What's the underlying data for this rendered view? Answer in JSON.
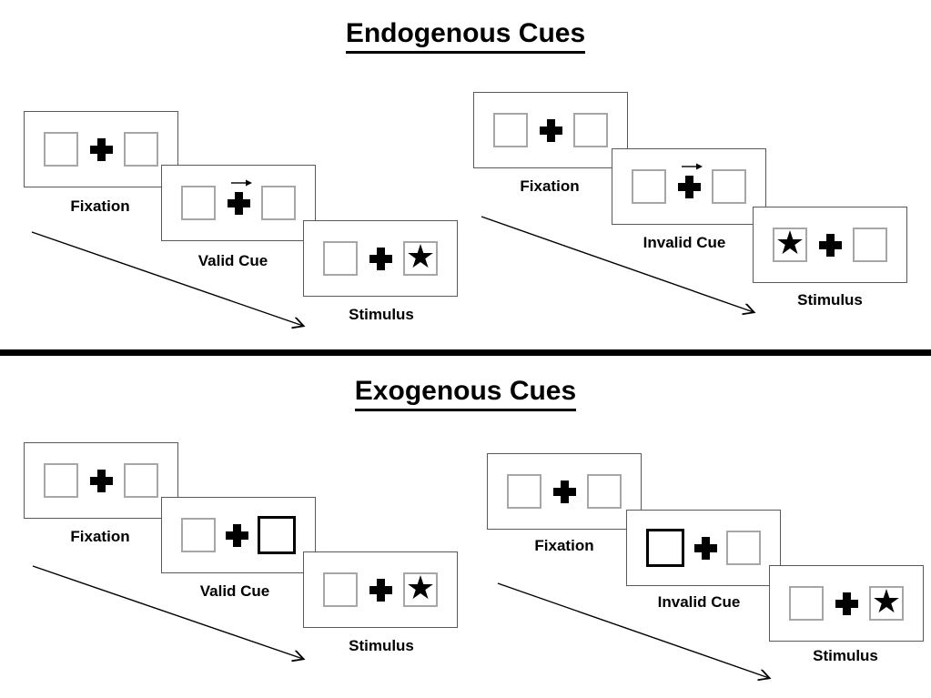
{
  "diagram": {
    "sections": [
      {
        "title": "Endogenous Cues",
        "sequences": [
          {
            "panels": [
              {
                "label": "Fixation",
                "left": "empty",
                "right": "empty",
                "cue_arrow": false
              },
              {
                "label": "Valid Cue",
                "left": "empty",
                "right": "empty",
                "cue_arrow": true
              },
              {
                "label": "Stimulus",
                "left": "empty",
                "right": "star",
                "cue_arrow": false
              }
            ]
          },
          {
            "panels": [
              {
                "label": "Fixation",
                "left": "empty",
                "right": "empty",
                "cue_arrow": false
              },
              {
                "label": "Invalid Cue",
                "left": "empty",
                "right": "empty",
                "cue_arrow": true
              },
              {
                "label": "Stimulus",
                "left": "star",
                "right": "empty",
                "cue_arrow": false
              }
            ]
          }
        ]
      },
      {
        "title": "Exogenous Cues",
        "sequences": [
          {
            "panels": [
              {
                "label": "Fixation",
                "left": "empty",
                "right": "empty",
                "cue_arrow": false
              },
              {
                "label": "Valid Cue",
                "left": "empty",
                "right": "cued",
                "cue_arrow": false
              },
              {
                "label": "Stimulus",
                "left": "empty",
                "right": "star",
                "cue_arrow": false
              }
            ]
          },
          {
            "panels": [
              {
                "label": "Fixation",
                "left": "empty",
                "right": "empty",
                "cue_arrow": false
              },
              {
                "label": "Invalid Cue",
                "left": "cued",
                "right": "empty",
                "cue_arrow": false
              },
              {
                "label": "Stimulus",
                "left": "empty",
                "right": "star",
                "cue_arrow": false
              }
            ]
          }
        ]
      }
    ]
  },
  "glyphs": {
    "star": "★"
  },
  "colors": {
    "ink": "#000000",
    "panel_border": "#595959",
    "box_border": "#a6a6a6",
    "background": "#ffffff"
  }
}
